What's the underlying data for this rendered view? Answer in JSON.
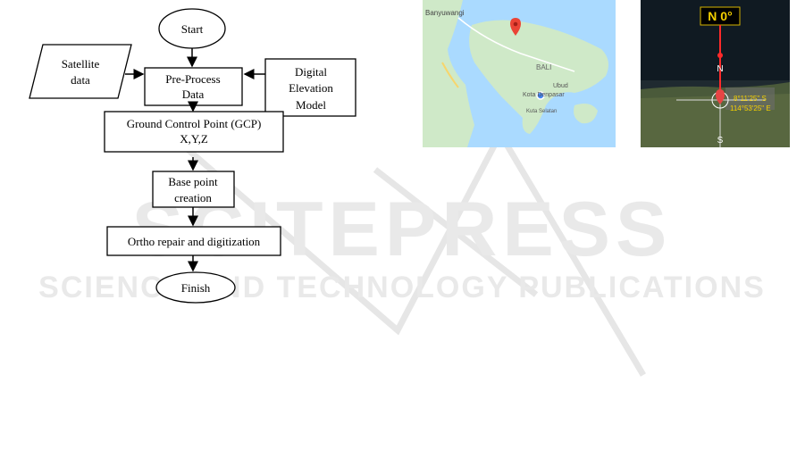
{
  "watermark": {
    "line1": "SCITEPRESS",
    "line2": "SCIENCE AND TECHNOLOGY PUBLICATIONS"
  },
  "flowchart": {
    "start": "Start",
    "satellite_line1": "Satellite",
    "satellite_line2": "data",
    "preprocess_line1": "Pre-Process",
    "preprocess_line2": "Data",
    "dem_line1": "Digital",
    "dem_line2": "Elevation",
    "dem_line3": "Model",
    "gcp_line1": "Ground Control Point (GCP)",
    "gcp_line2": "X,Y,Z",
    "base_line1": "Base point",
    "base_line2": "creation",
    "ortho": "Ortho repair and digitization",
    "finish": "Finish"
  },
  "map": {
    "label_banyuwangi": "Banyuwangi",
    "label_bali": "BALI",
    "label_ubud": "Ubud",
    "label_denpasar": "Kota Denpasar",
    "label_kuta": "Kuta Selatan",
    "water_color": "#aadaff",
    "land_color": "#cfe9c8"
  },
  "compass": {
    "heading": "N  0°",
    "north_label": "N",
    "south_label": "S",
    "lat": "8°11'25\" S",
    "lon": "114°53'25\" E"
  }
}
